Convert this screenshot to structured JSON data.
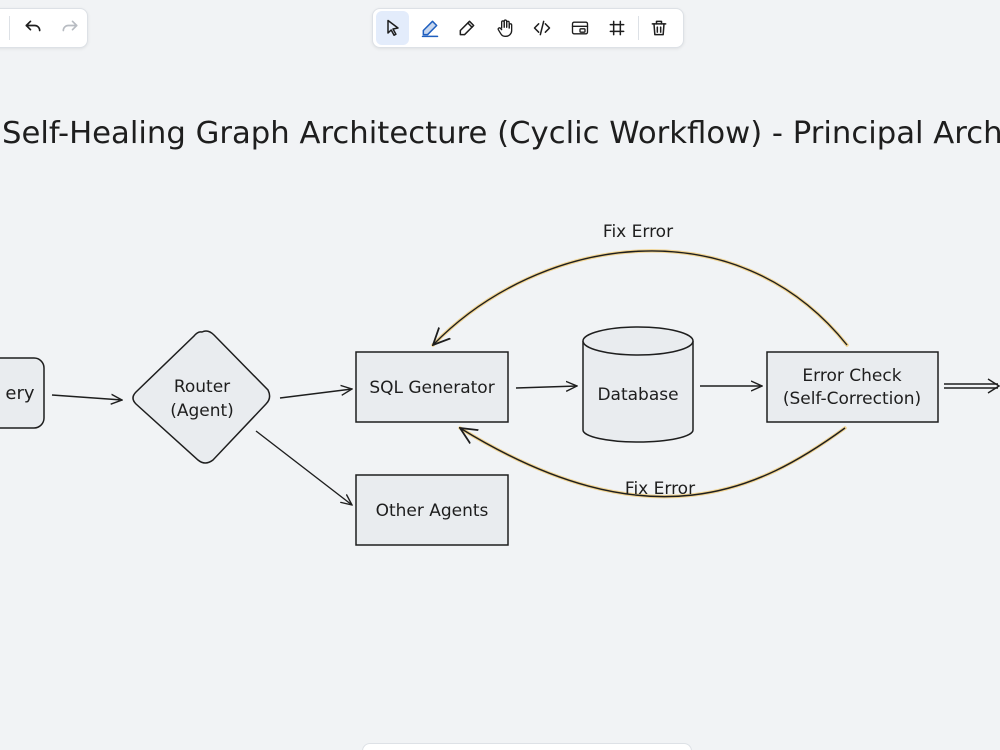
{
  "title": "Self-Healing Graph Architecture (Cyclic Workflow) - Principal Archite",
  "toolbar": {
    "tools": [
      {
        "icon": "pointer-icon",
        "active": true
      },
      {
        "icon": "pen-icon",
        "active": false
      },
      {
        "icon": "pencil-icon",
        "active": false
      },
      {
        "icon": "hand-icon",
        "active": false
      },
      {
        "icon": "code-icon",
        "active": false
      },
      {
        "icon": "embed-icon",
        "active": false
      },
      {
        "icon": "frame-icon",
        "active": false
      },
      {
        "icon": "trash-icon",
        "active": false
      }
    ]
  },
  "history": {
    "undo_icon": "undo-icon",
    "redo_icon": "redo-icon"
  },
  "nodes": {
    "query": {
      "label": "ery"
    },
    "router": {
      "line1": "Router",
      "line2": "(Agent)"
    },
    "sql_generator": {
      "label": "SQL Generator"
    },
    "database": {
      "label": "Database"
    },
    "error_check": {
      "line1": "Error Check",
      "line2": "(Self-Correction)"
    },
    "other_agents": {
      "label": "Other Agents"
    }
  },
  "edges": {
    "fix_error_top": {
      "label": "Fix Error"
    },
    "fix_error_bottom": {
      "label": "Fix Error"
    }
  },
  "colors": {
    "canvas": "#f1f3f5",
    "stroke": "#1e1e1e",
    "node_fill": "#e9ecef",
    "highlight": "#f0b83a",
    "active_tool": "#e3ecfb",
    "pen_blue": "#1f5fbf"
  }
}
